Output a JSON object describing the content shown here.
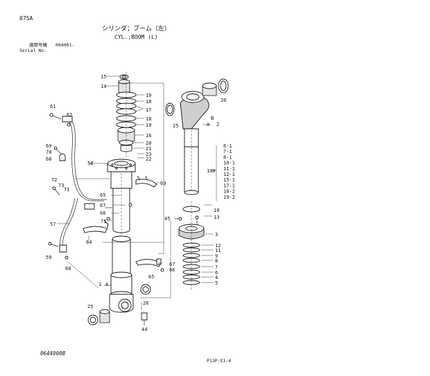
{
  "header": {
    "page_code": "075A",
    "title_jp": "シリンダ；ブーム（左）",
    "title_en": "CYL.;BOOM (L)",
    "serial_label_jp": "適用号機",
    "serial_value": "004001-",
    "serial_label_en": "Serial No."
  },
  "footer": {
    "drawing_no": "0644900B",
    "page_ref": "P13P-E1-4"
  },
  "callouts": {
    "c15": "15",
    "c14": "14",
    "c19a": "19",
    "c18a": "18",
    "c17": "17",
    "c18b": "18",
    "c19b": "19",
    "c16": "16",
    "c20": "20",
    "c21": "21",
    "c23": "23",
    "c22": "22",
    "c61": "61",
    "c62": "62",
    "c69": "69",
    "c70": "70",
    "c68": "68",
    "c58": "58",
    "c72": "72",
    "c73": "73",
    "c71a": "71",
    "c65a": "65",
    "c63": "63",
    "c67a": "67",
    "c66a": "66",
    "c71b": "71",
    "c57": "57",
    "c64": "64",
    "c59": "59",
    "c60": "60",
    "c67b": "67",
    "c66b": "66",
    "c65b": "65",
    "c1": "1",
    "cA1": "A",
    "c25a": "25",
    "c26a": "26",
    "c44": "44",
    "c25b": "25",
    "c26b": "26",
    "cB": "B",
    "cA2": "A",
    "c2": "2",
    "c45": "45",
    "c10": "10",
    "c13": "13",
    "c3": "3",
    "c12": "12",
    "c11": "11",
    "c9": "9",
    "c8": "8",
    "c7": "7",
    "c6": "6",
    "c4": "4",
    "c5": "5",
    "c100": "100"
  },
  "kit_list": [
    "6-1",
    "7-1",
    "8-1",
    "10-1",
    "11-1",
    "12-1",
    "15-1",
    "17-1",
    "18-2",
    "19-2"
  ]
}
